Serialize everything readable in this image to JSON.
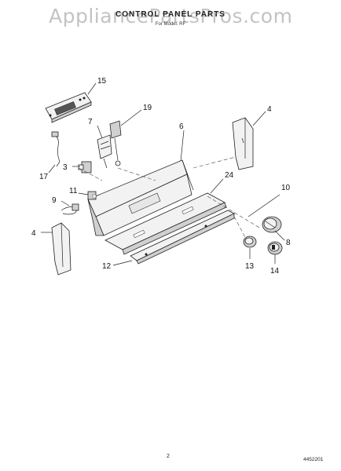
{
  "header": {
    "watermark": "AppliancePartsPros.com",
    "title": "CONTROL PANEL PARTS",
    "subtitle": "For Model: RF"
  },
  "footer": {
    "page_number": "2",
    "doc_number": "4452201"
  },
  "callouts": {
    "c15": "15",
    "c19": "19",
    "c7": "7",
    "c6": "6",
    "c4a": "4",
    "c17": "17",
    "c3": "3",
    "c24": "24",
    "c11": "11",
    "c10": "10",
    "c9": "9",
    "c4b": "4",
    "c8": "8",
    "c12": "12",
    "c13": "13",
    "c14": "14"
  }
}
